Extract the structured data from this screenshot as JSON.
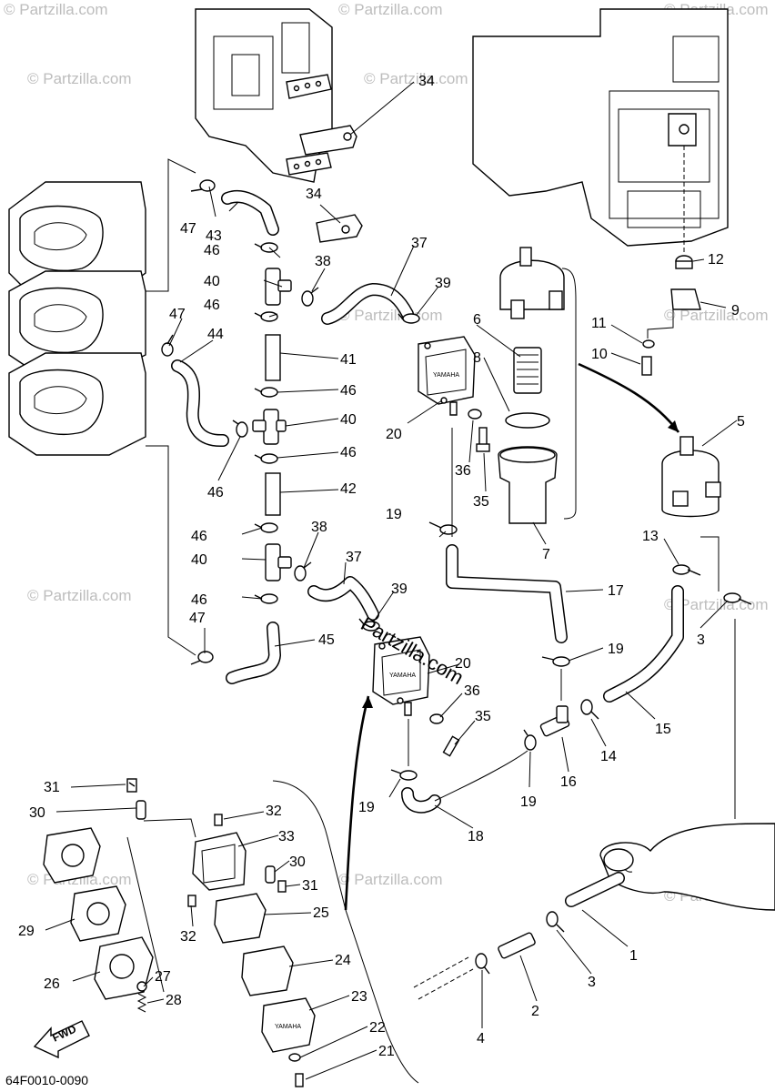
{
  "diagram": {
    "code": "64F0010-0090",
    "fwd_label": "FWD",
    "pump_brand": "YAMAHA",
    "watermark": "© Partzilla.com",
    "watermark_center": "Partzilla.com"
  },
  "callouts": [
    "1",
    "2",
    "3",
    "3",
    "4",
    "5",
    "6",
    "7",
    "8",
    "9",
    "10",
    "11",
    "12",
    "13",
    "14",
    "15",
    "16",
    "17",
    "18",
    "19",
    "19",
    "19",
    "19",
    "20",
    "20",
    "21",
    "22",
    "23",
    "24",
    "25",
    "26",
    "27",
    "28",
    "29",
    "30",
    "30",
    "31",
    "31",
    "32",
    "32",
    "33",
    "34",
    "34",
    "35",
    "35",
    "36",
    "36",
    "37",
    "37",
    "38",
    "38",
    "39",
    "39",
    "40",
    "40",
    "40",
    "41",
    "42",
    "43",
    "44",
    "45",
    "46",
    "46",
    "46",
    "46",
    "46",
    "46",
    "46",
    "47",
    "47",
    "47"
  ]
}
